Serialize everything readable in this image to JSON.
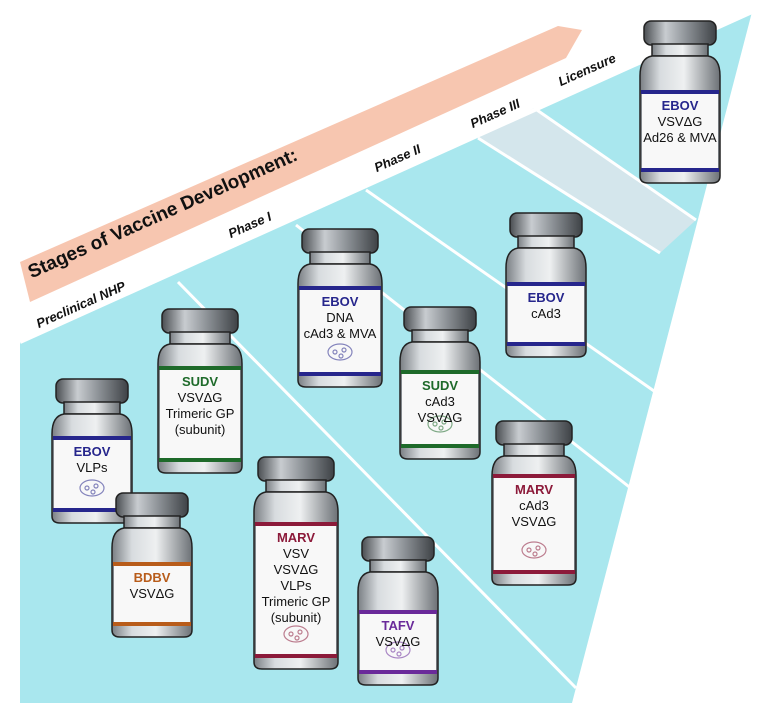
{
  "title": "Stages of Vaccine Development:",
  "stages": [
    "Preclinical NHP",
    "Phase I",
    "Phase II",
    "Phase III",
    "Licensure"
  ],
  "colors": {
    "band": "#a9e7ee",
    "band_phase3": "#d4e6ec",
    "arrow": "#f7c6b0",
    "EBOV": "#26268c",
    "SUDV": "#1e6a2a",
    "BDBV": "#b85c1a",
    "MARV": "#8c1a3a",
    "TAFV": "#6a2a9a"
  },
  "vials": [
    {
      "virus": "EBOV",
      "lines": [
        "VLPs"
      ],
      "icon": "virus-particle-icon"
    },
    {
      "virus": "BDBV",
      "lines": [
        "VSVΔG"
      ],
      "icon": ""
    },
    {
      "virus": "SUDV",
      "lines": [
        "VSVΔG",
        "Trimeric GP",
        "(subunit)"
      ],
      "icon": ""
    },
    {
      "virus": "MARV",
      "lines": [
        "VSV",
        "VSVΔG",
        "VLPs",
        "Trimeric GP",
        "(subunit)"
      ],
      "icon": "virus-particle-icon"
    },
    {
      "virus": "EBOV",
      "lines": [
        "DNA",
        "cAd3 & MVA"
      ],
      "icon": "virus-particle-icon"
    },
    {
      "virus": "SUDV",
      "lines": [
        "cAd3",
        "VSVΔG"
      ],
      "icon": "virus-particle-icon"
    },
    {
      "virus": "TAFV",
      "lines": [
        "VSVΔG"
      ],
      "icon": "virus-particle-icon"
    },
    {
      "virus": "EBOV",
      "lines": [
        "cAd3"
      ],
      "icon": ""
    },
    {
      "virus": "MARV",
      "lines": [
        "cAd3",
        "VSVΔG"
      ],
      "icon": "virus-particle-icon"
    },
    {
      "virus": "EBOV",
      "lines": [
        "VSVΔG",
        "Ad26 & MVA"
      ],
      "icon": ""
    }
  ]
}
